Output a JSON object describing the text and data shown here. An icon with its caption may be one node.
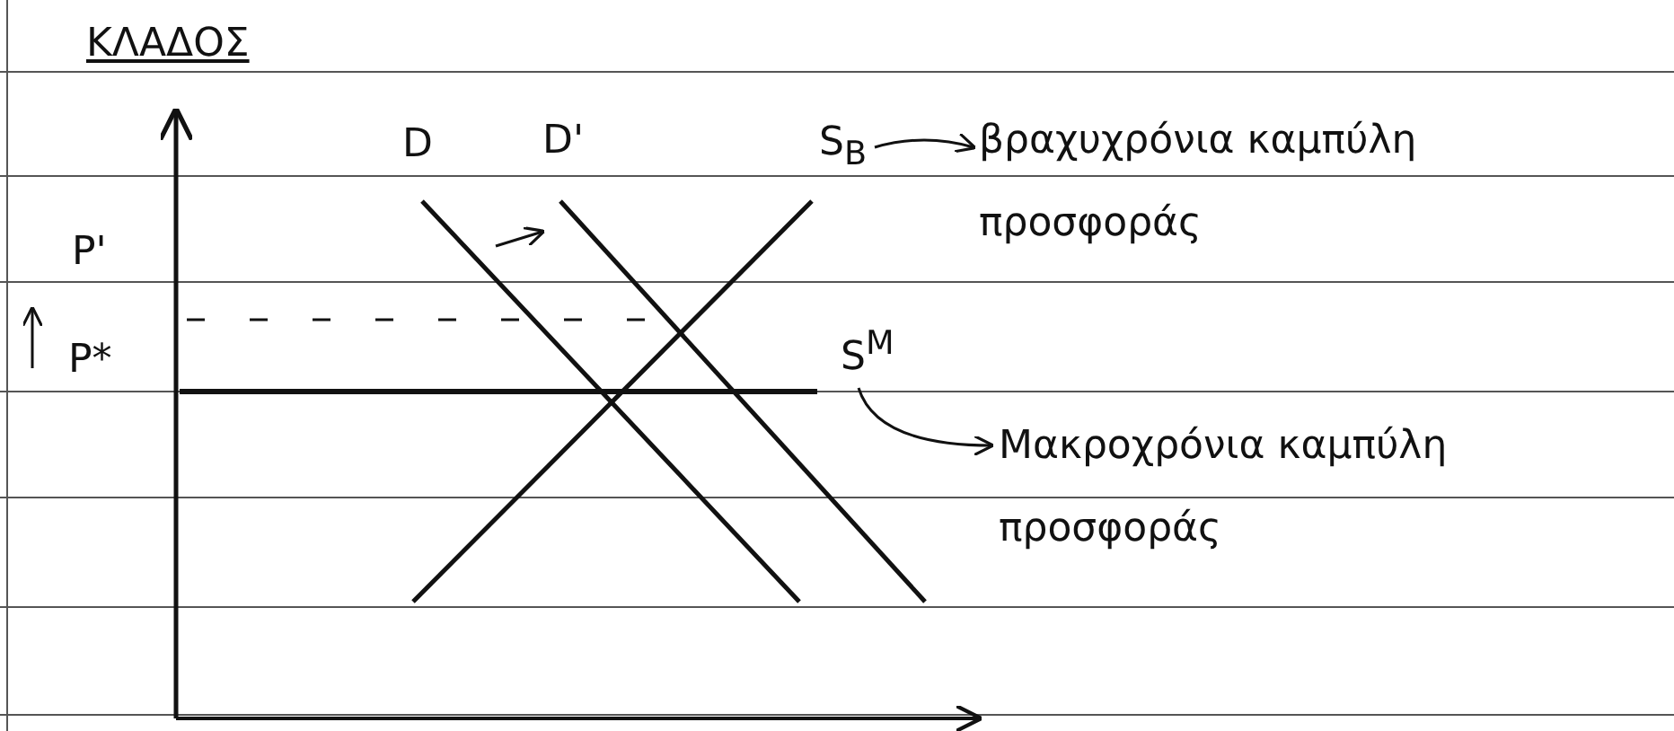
{
  "diagram": {
    "title": "ΚΛΑΔΟΣ",
    "nodes": [
      {
        "text": [
          "S$_{Β}$"
        ]
      },
      {
        "text": [
          "βραχυχρόνια καμπύλη προσφοράς"
        ]
      },
      {
        "text": [
          "S$^{Μ}$"
        ]
      },
      {
        "text": [
          "Μακροχρόνια καμπύλη προσφοράς"
        ]
      }
    ],
    "edges": [
      {
        "from": 0,
        "to": 1,
        "arrow": "to"
      },
      {
        "from": 2,
        "to": 3,
        "arrow": "to"
      }
    ],
    "labels": [
      "D",
      "D'",
      "P'",
      "P*"
    ]
  }
}
